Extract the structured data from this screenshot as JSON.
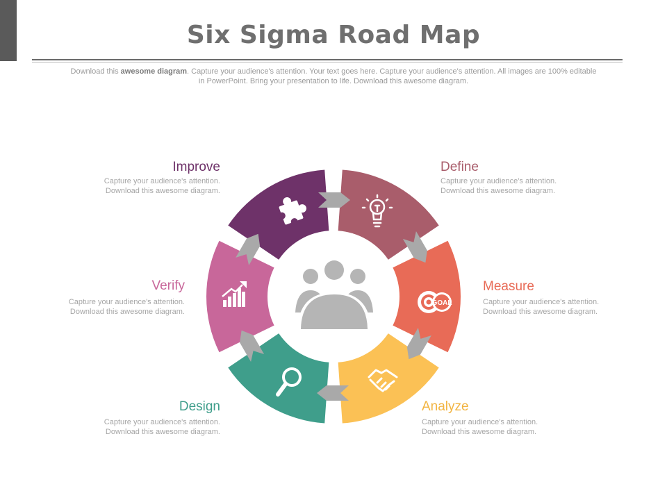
{
  "header": {
    "title": "Six Sigma Road Map",
    "subtitle_prefix": "Download this ",
    "subtitle_bold": "awesome diagram",
    "subtitle_rest": ". Capture your audience's attention. Your text  goes here. Capture your audience's attention. All images are 100% editable in PowerPoint. Bring your presentation to life. Download this awesome diagram."
  },
  "stages": [
    {
      "id": "define",
      "title": "Define",
      "color": "#a95d6b",
      "icon": "lightbulb-icon",
      "desc1": "Capture your audience's attention.",
      "desc2": "Download this  awesome diagram."
    },
    {
      "id": "measure",
      "title": "Measure",
      "color": "#e86b57",
      "icon": "goal-target-icon",
      "icon_text": "GOAL",
      "desc1": "Capture your audience's attention.",
      "desc2": "Download this  awesome diagram."
    },
    {
      "id": "analyze",
      "title": "Analyze",
      "color": "#fbc155",
      "icon": "handshake-icon",
      "desc1": "Capture your audience's attention.",
      "desc2": "Download this  awesome diagram."
    },
    {
      "id": "design",
      "title": "Design",
      "color": "#3f9e8b",
      "icon": "magnifier-icon",
      "desc1": "Capture your audience's attention.",
      "desc2": "Download this  awesome diagram."
    },
    {
      "id": "verify",
      "title": "Verify",
      "color": "#c8679a",
      "icon": "growth-chart-icon",
      "desc1": "Capture your audience's attention.",
      "desc2": "Download this  awesome diagram."
    },
    {
      "id": "improve",
      "title": "Improve",
      "color": "#6e3269",
      "icon": "puzzle-icon",
      "desc1": "Capture your audience's attention.",
      "desc2": "Download this  awesome diagram."
    }
  ],
  "center_icon": "team-icon",
  "colors": {
    "arrow": "#a9a9a9",
    "center": "#b5b5b5",
    "title": "#6f6f6f"
  }
}
